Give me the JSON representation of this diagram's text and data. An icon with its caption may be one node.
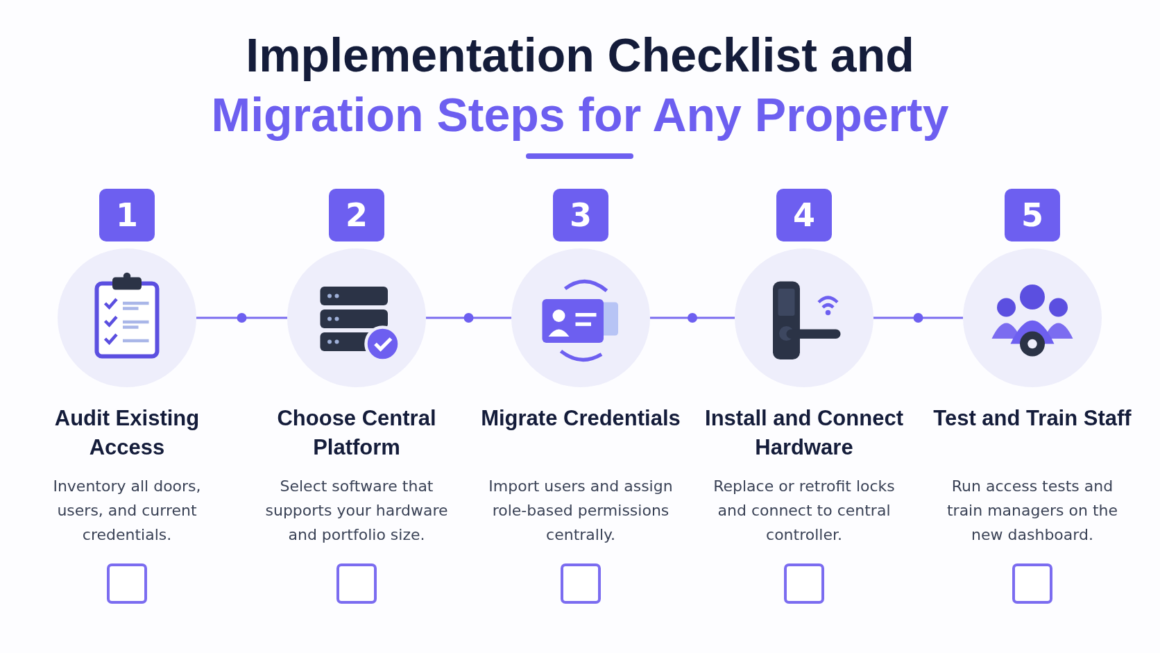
{
  "diagram": {
    "title": "Implementation Checklist and Migration Steps for Any Property",
    "nodes": [
      {
        "text": [
          "1"
        ]
      },
      {
        "text": [
          "2"
        ]
      },
      {
        "text": [
          "3"
        ]
      },
      {
        "text": [
          "4"
        ]
      },
      {
        "text": [
          "5"
        ]
      },
      {
        "text": [],
        "shape": "circle",
        "beside": [
          "Audit Existing Access"
        ]
      },
      {
        "text": [],
        "shape": "circle",
        "beside": [
          "Choose Central Platform"
        ]
      },
      {
        "text": [],
        "shape": "circle",
        "beside": [
          "Migrate Credentials"
        ]
      },
      {
        "text": [],
        "shape": "circle",
        "beside": [
          "Install and Connect Hardware"
        ]
      },
      {
        "text": [],
        "shape": "circle",
        "beside": [
          "Test and Train Staff"
        ]
      },
      {
        "text": [],
        "shape": "box",
        "beside": [
          "Inventory all doors, users, and current credentials."
        ]
      },
      {
        "text": [],
        "shape": "box",
        "beside": [
          "Select software that supports your hardware and portfolio size."
        ]
      },
      {
        "text": [],
        "shape": "box",
        "beside": [
          "Import users and assign role-based permissions centrally."
        ]
      },
      {
        "text": [],
        "shape": "box",
        "beside": [
          "Replace or retrofit locks and connect to central controller."
        ]
      },
      {
        "text": [],
        "shape": "box",
        "beside": [
          "Run access tests and train managers on the new dashboard."
        ]
      }
    ],
    "edges": [
      {
        "from": 5,
        "to": 6,
        "arrow": "none"
      },
      {
        "from": 6,
        "to": 7,
        "arrow": "none"
      },
      {
        "from": 7,
        "to": 8,
        "arrow": "none"
      },
      {
        "from": 8,
        "to": 9,
        "arrow": "none"
      }
    ]
  }
}
